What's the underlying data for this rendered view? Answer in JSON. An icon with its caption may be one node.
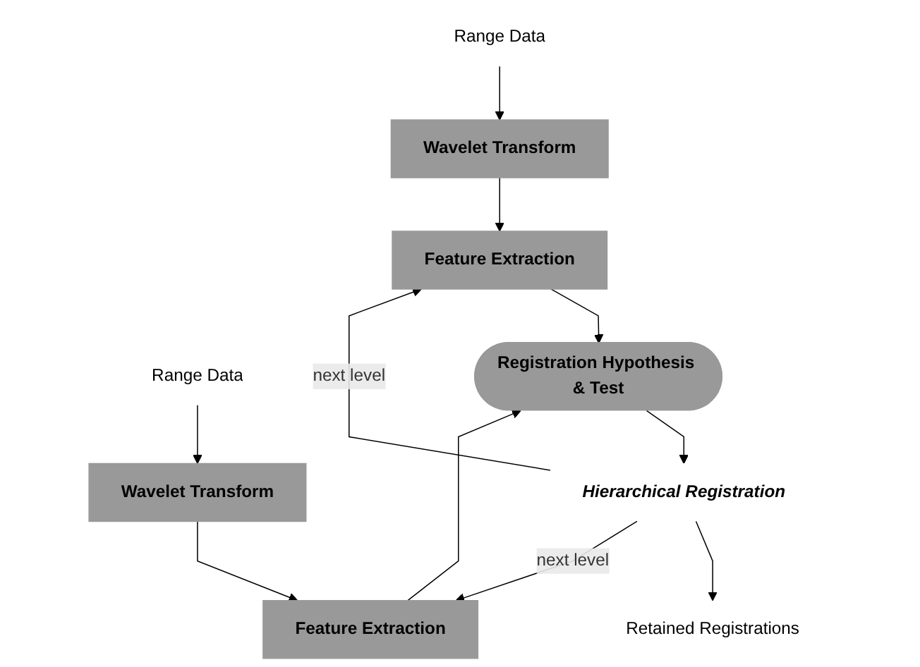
{
  "diagram": {
    "nodes": [
      {
        "text": [
          "Range Data"
        ]
      },
      {
        "text": [
          "Range Data"
        ]
      },
      {
        "text": [
          "Wavelet Transform"
        ]
      },
      {
        "text": [
          "Wavelet Transform"
        ]
      },
      {
        "text": [
          "Feature Extraction"
        ]
      },
      {
        "text": [
          "Feature Extraction"
        ]
      },
      {
        "text": [
          "Registration Hypothesis & Test"
        ]
      },
      {
        "text": [
          "Hierarchical Registration"
        ]
      },
      {
        "text": [
          "Retained Registrations"
        ]
      }
    ],
    "edges": [
      {
        "from": 0,
        "to": 2,
        "arrow": "to"
      },
      {
        "from": 1,
        "to": 3,
        "arrow": "to"
      },
      {
        "from": 2,
        "to": 4,
        "arrow": "to"
      },
      {
        "from": 3,
        "to": 5,
        "arrow": "to"
      },
      {
        "from": 4,
        "to": 6,
        "arrow": "to"
      },
      {
        "from": 5,
        "to": 6,
        "arrow": "to"
      },
      {
        "from": 6,
        "to": 7,
        "arrow": "to"
      },
      {
        "from": 7,
        "to": 8,
        "arrow": "to"
      },
      {
        "from": 7,
        "to": 4,
        "arrow": "to",
        "label": "next level"
      },
      {
        "from": 7,
        "to": 5,
        "arrow": "to",
        "label": "next level"
      }
    ]
  }
}
